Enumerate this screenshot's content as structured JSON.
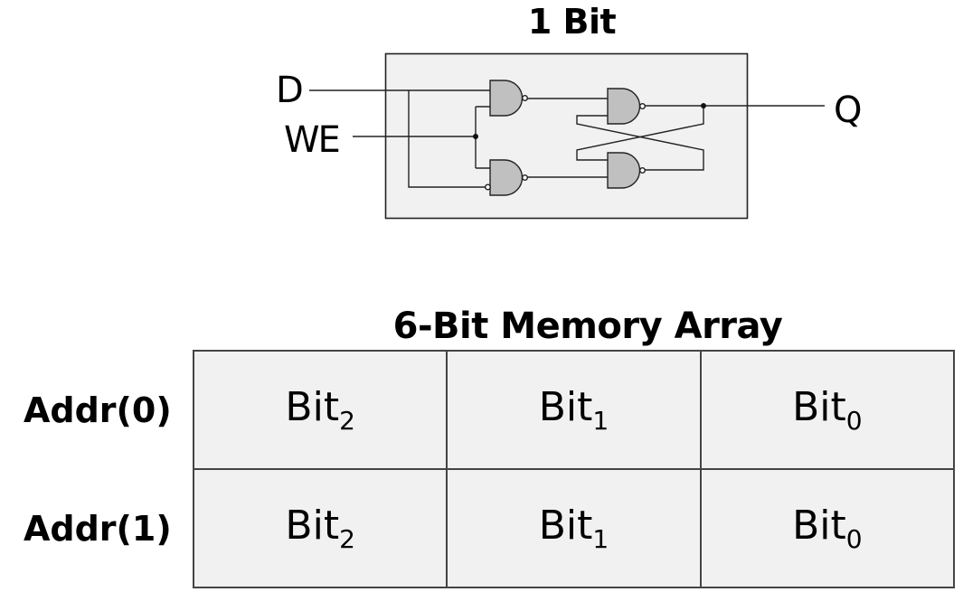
{
  "cell_diagram": {
    "title": "1 Bit",
    "inputs": {
      "d": "D",
      "we": "WE"
    },
    "output": {
      "q": "Q"
    },
    "gates": [
      {
        "id": "input-nand-top",
        "type": "NAND",
        "inputs": [
          "D",
          "WE"
        ]
      },
      {
        "id": "input-nand-bottom",
        "type": "NAND",
        "inputs": [
          "WE",
          "NOT D"
        ]
      },
      {
        "id": "latch-nand-top",
        "type": "NAND",
        "inputs": [
          "input-nand-top",
          "latch-nand-bottom"
        ]
      },
      {
        "id": "latch-nand-bottom",
        "type": "NAND",
        "inputs": [
          "latch-nand-top",
          "input-nand-bottom"
        ]
      }
    ],
    "colors": {
      "box_fill": "#f1f1f1",
      "gate_fill": "#c0c0c0",
      "wire": "#222222"
    }
  },
  "memory_array": {
    "title": "6-Bit Memory Array",
    "rows": [
      {
        "label": "Addr(0)",
        "cells": [
          {
            "base": "Bit",
            "sub": "2"
          },
          {
            "base": "Bit",
            "sub": "1"
          },
          {
            "base": "Bit",
            "sub": "0"
          }
        ]
      },
      {
        "label": "Addr(1)",
        "cells": [
          {
            "base": "Bit",
            "sub": "2"
          },
          {
            "base": "Bit",
            "sub": "1"
          },
          {
            "base": "Bit",
            "sub": "0"
          }
        ]
      }
    ],
    "colors": {
      "cell_fill": "#f1f1f1",
      "border": "#444444"
    }
  }
}
